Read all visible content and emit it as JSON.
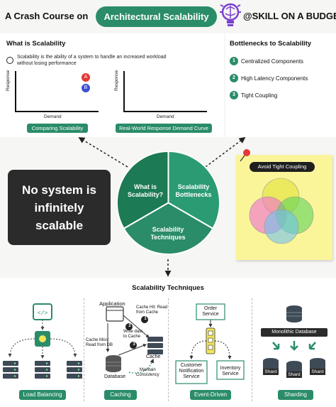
{
  "header": {
    "title": "A Crash Course on",
    "pill": "Architectural Scalability",
    "brand": "@SKILL ON A BUDGET"
  },
  "what": {
    "title": "What is Scalability",
    "definition_line1": "Scalability is the ability of a system to handle an increased workload",
    "definition_line2": "without losing performance",
    "chart1": {
      "ylabel": "Response",
      "xlabel": "Demand",
      "point_a": "A",
      "point_b": "B",
      "caption": "Comparing Scalability"
    },
    "chart2": {
      "ylabel": "Response",
      "xlabel": "Demand",
      "caption": "Real-World Response Demand Curve"
    }
  },
  "bottlenecks": {
    "title": "Bottlenecks to Scalability",
    "items": [
      {
        "num": "1",
        "label": "Centralized Components"
      },
      {
        "num": "2",
        "label": "High Latency Components"
      },
      {
        "num": "3",
        "label": "Tight Coupling"
      }
    ]
  },
  "middle": {
    "card_line1": "No system is",
    "card_line2": "infinitely",
    "card_line3": "scalable",
    "pie": {
      "slice1_line1": "What is",
      "slice1_line2": "Scalability?",
      "slice2_line1": "Scalability",
      "slice2_line2": "Bottlenecks",
      "slice3_line1": "Scalability",
      "slice3_line2": "Techniques"
    },
    "sticky_title": "Avoid Tight Coupling"
  },
  "techniques": {
    "title": "Scalability Techniques",
    "load_balancing": {
      "caption": "Load Balancing"
    },
    "caching": {
      "caption": "Caching",
      "application": "Application",
      "database": "Database",
      "cache": "Cache",
      "step1": "1",
      "step2": "2",
      "step3": "3",
      "cache_hit_l1": "Cache Hit: Read",
      "cache_hit_l2": "from Cache",
      "cache_miss_l1": "Cache Miss:",
      "cache_miss_l2": "Read from DB",
      "write_l1": "Write data",
      "write_l2": "to Cache",
      "maintain_l1": "Maintain",
      "maintain_l2": "Consistency"
    },
    "event_driven": {
      "caption": "Event-Driven",
      "order_l1": "Order",
      "order_l2": "Service",
      "customer_l1": "Customer",
      "customer_l2": "Notification",
      "customer_l3": "Service",
      "inventory_l1": "Inventory",
      "inventory_l2": "Service"
    },
    "sharding": {
      "caption": "Sharding",
      "monolith": "Monolithic Database",
      "shard1": "Shard",
      "shard2": "Shard",
      "shard3": "Shard"
    }
  },
  "colors": {
    "green": "#2a8c68",
    "dark_green": "#1c7a55",
    "mid_green": "#2b9b74",
    "yellow": "#fbf59a",
    "dark": "#2b2b2b"
  }
}
